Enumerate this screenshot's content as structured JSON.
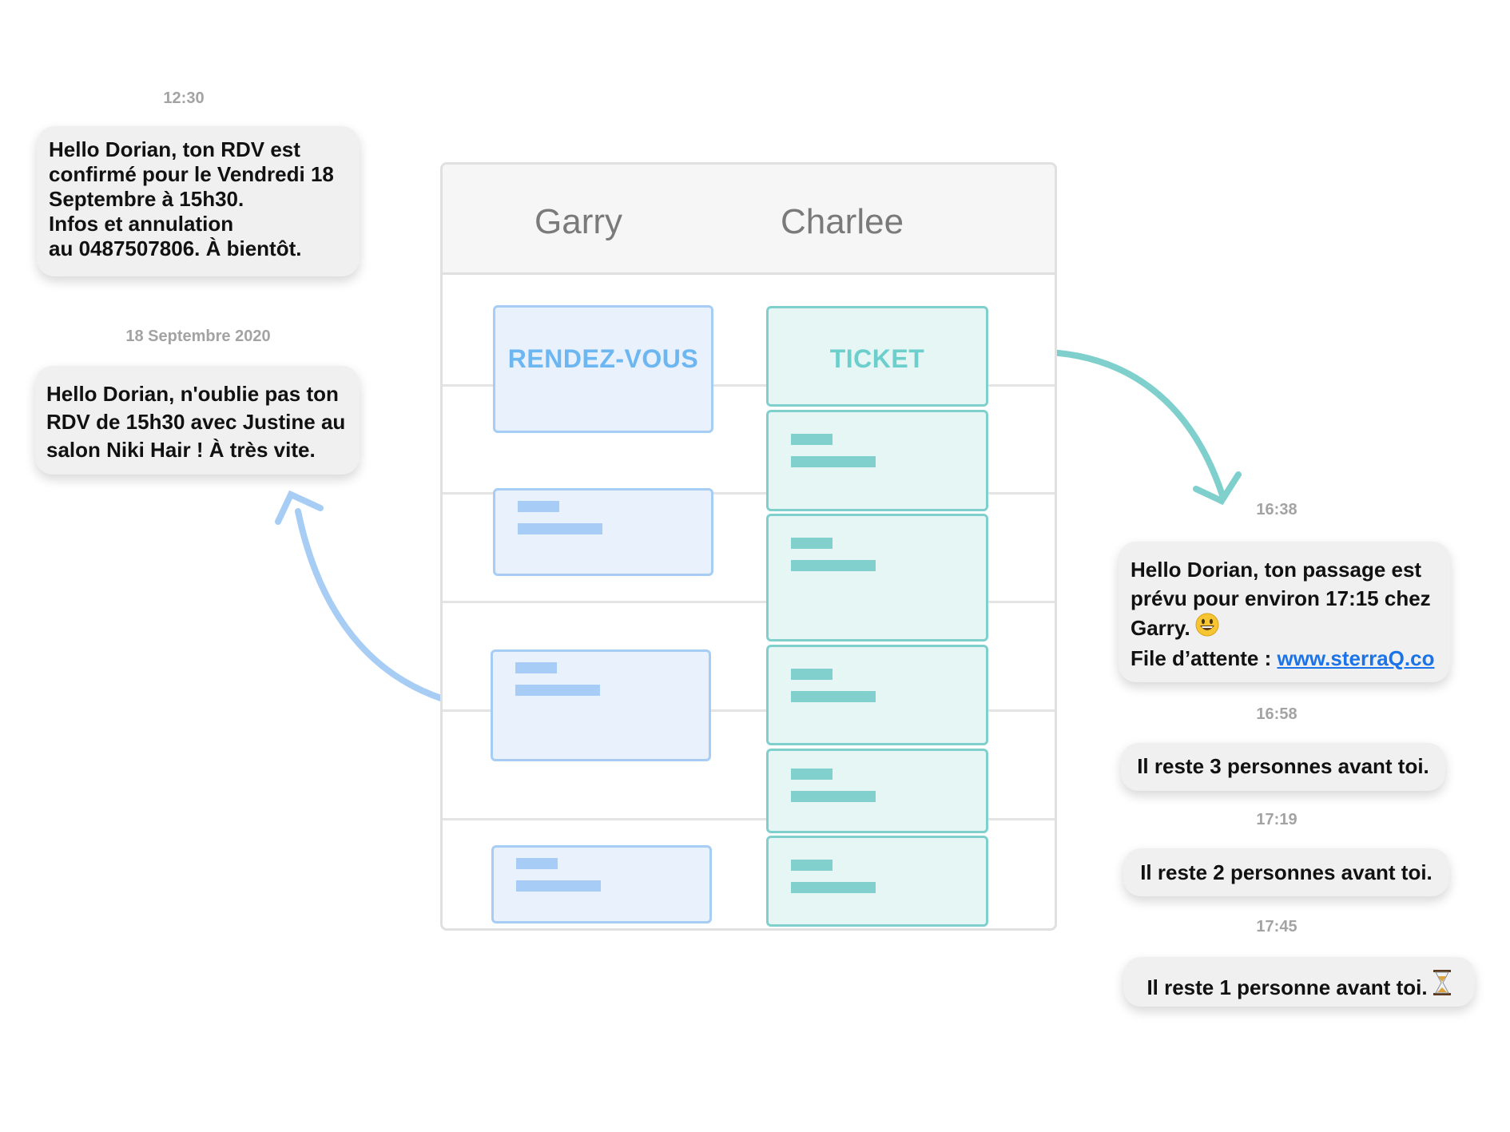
{
  "left_messages": [
    {
      "time": "12:30",
      "lines": [
        "Hello Dorian, ton RDV est",
        "confirmé pour le Vendredi 18",
        "Septembre à 15h30.",
        "Infos et annulation",
        "au 0487507806. À bientôt."
      ]
    },
    {
      "time": "18 Septembre 2020",
      "lines": [
        "Hello Dorian, n'oublie pas ton",
        "RDV de 15h30 avec Justine au",
        "salon Niki Hair ! À très vite."
      ]
    }
  ],
  "board": {
    "columns": [
      "Garry",
      "Charlee"
    ],
    "blue_card_label": "RENDEZ-VOUS",
    "teal_card_label": "TICKET"
  },
  "right_messages": [
    {
      "time": "16:38",
      "lines": [
        "Hello Dorian, ton passage est",
        "prévu pour environ 17:15 chez",
        "Garry."
      ],
      "last_line_label": "File d’attente : ",
      "link": "www.sterraQ.co",
      "emoji": "smiley-icon"
    },
    {
      "time": "16:58",
      "text": "Il reste 3 personnes avant toi."
    },
    {
      "time": "17:19",
      "text": "Il reste 2 personnes avant toi."
    },
    {
      "time": "17:45",
      "text": "Il reste 1 personne avant toi.",
      "emoji": "hourglass-icon"
    }
  ],
  "colors": {
    "blue_accent": "#a8cdf5",
    "teal_accent": "#7fd0cd",
    "link": "#1a73e8"
  }
}
